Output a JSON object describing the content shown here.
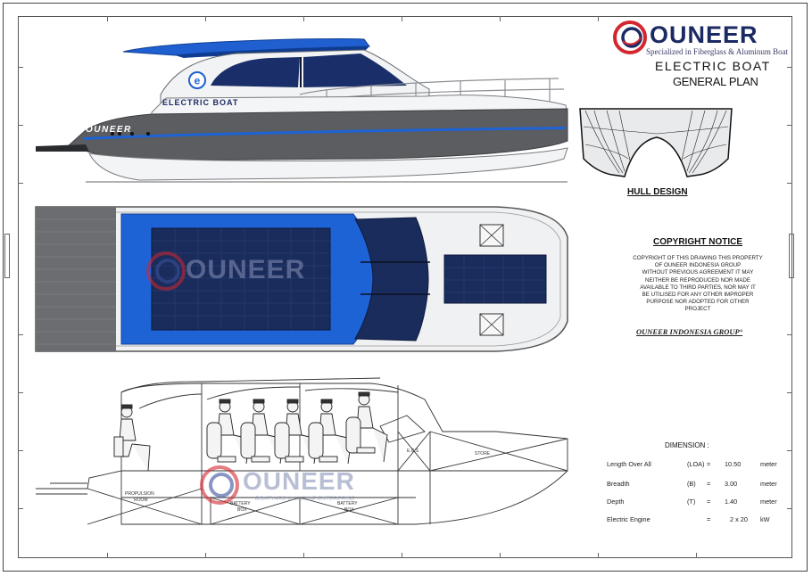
{
  "brand": {
    "name": "OUNEER",
    "tagline": "Specialized in Fiberglass & Aluminum Boat"
  },
  "drawing": {
    "title": "ELECTRIC BOAT",
    "subtitle": "GENERAL PLAN"
  },
  "profile": {
    "cabin_text": "ELECTRIC BOAT",
    "hull_text": "OUNEER",
    "logo_glyph": "e"
  },
  "hull": {
    "label": "HULL DESIGN"
  },
  "copyright": {
    "heading": "COPYRIGHT NOTICE",
    "lines": [
      "COPYRIGHT OF THIS DRAWING THIS PROPERTY",
      "OF OUNEER INDONESIA GROUP",
      "WITHOUT PREVIOUS AGREEMENT IT MAY",
      "NEITHER BE REPRODUCED NOR MADE",
      "AVAILABLE TO THIRD PARTIES, NOR MAY IT",
      "BE UTILISED FOR ANY OTHER IMPROPER",
      "PURPOSE NOR ADOPTED FOR OTHER",
      "PROJECT"
    ],
    "group": "OUNEER INDONESIA GROUP°"
  },
  "dimensions": {
    "heading": "DIMENSION :",
    "rows": [
      {
        "name": "Length Over All",
        "abbr": "(LOA)",
        "eq": "=",
        "value": "10.50",
        "unit": "meter"
      },
      {
        "name": "Breadth",
        "abbr": "(B)",
        "eq": "=",
        "value": "3.00",
        "unit": "meter"
      },
      {
        "name": "Depth",
        "abbr": "(T)",
        "eq": "=",
        "value": "1.40",
        "unit": "meter"
      },
      {
        "name": "Electric Engine",
        "abbr": "",
        "eq": "=",
        "value": "2 x 20",
        "unit": "kW"
      }
    ]
  },
  "section": {
    "labels": {
      "propulsion_1": "PROPULSION",
      "propulsion_2": "ROOM",
      "battery_1": "BATTERY",
      "battery_1b": "BOX",
      "battery_2": "BATTERY",
      "battery_2b": "BOX",
      "ecs": "E.C.S",
      "store": "STORE"
    }
  },
  "watermark": {
    "word": "OUNEER",
    "tag": "BOATYARD & MARINE ENTERPRISE"
  },
  "colors": {
    "accent_blue": "#1e63d6",
    "hull_grey": "#5b5d61",
    "navy": "#1c2a63",
    "brand_red": "#d3262e"
  }
}
